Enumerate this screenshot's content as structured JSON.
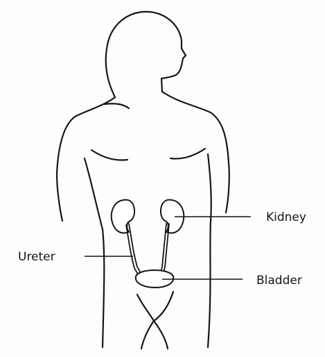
{
  "figure": {
    "labels": {
      "kidney": "Kidney",
      "ureter": "Ureter",
      "bladder": "Bladder"
    },
    "colors": {
      "ink": "#151515",
      "paper": "#fdfdfb"
    }
  }
}
